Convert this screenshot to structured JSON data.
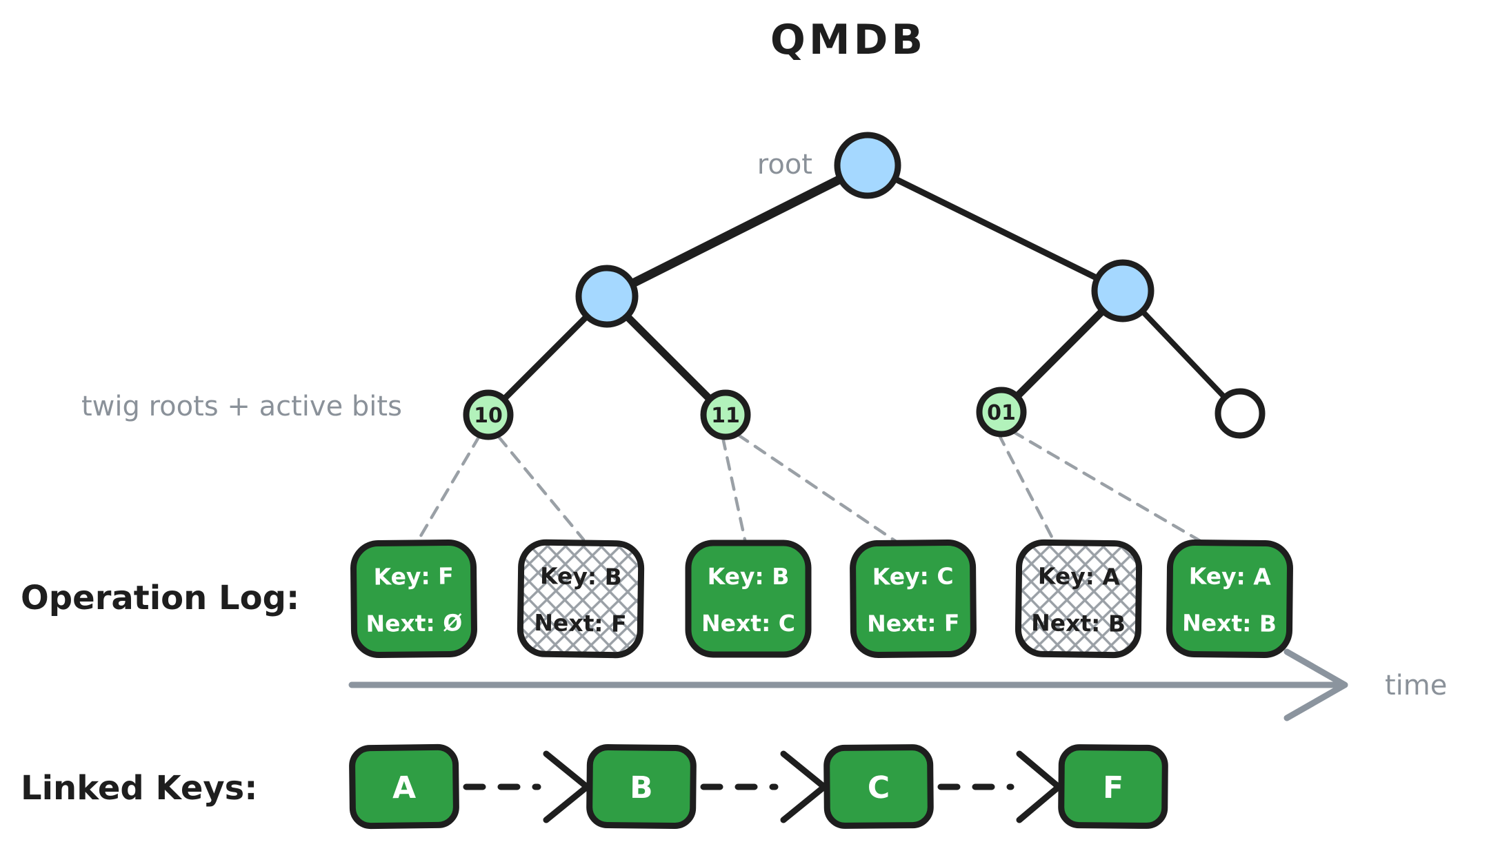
{
  "title": "QMDB",
  "colors": {
    "outline": "#1e1e1e",
    "node_blue": "#a5d8ff",
    "twig_green": "#b2f2bb",
    "box_green": "#2f9e44",
    "label_gray": "#8a9199",
    "connector_gray": "#9aa0a6",
    "arrow_gray": "#8b949e"
  },
  "tree": {
    "root_label": "root",
    "twig_label": "twig roots + active bits",
    "twigs": [
      {
        "label": "10"
      },
      {
        "label": "11"
      },
      {
        "label": "01"
      },
      {
        "label": ""
      }
    ]
  },
  "operation_log": {
    "label": "Operation Log:",
    "entries": [
      {
        "key": "Key: F",
        "next": "Next: Ø",
        "hatched": false
      },
      {
        "key": "Key: B",
        "next": "Next: F",
        "hatched": true
      },
      {
        "key": "Key: B",
        "next": "Next: C",
        "hatched": false
      },
      {
        "key": "Key: C",
        "next": "Next: F",
        "hatched": false
      },
      {
        "key": "Key: A",
        "next": "Next: B",
        "hatched": true
      },
      {
        "key": "Key: A",
        "next": "Next: B",
        "hatched": false
      }
    ]
  },
  "timeline": {
    "label": "time"
  },
  "linked_keys": {
    "label": "Linked Keys:",
    "items": [
      "A",
      "B",
      "C",
      "F"
    ]
  }
}
